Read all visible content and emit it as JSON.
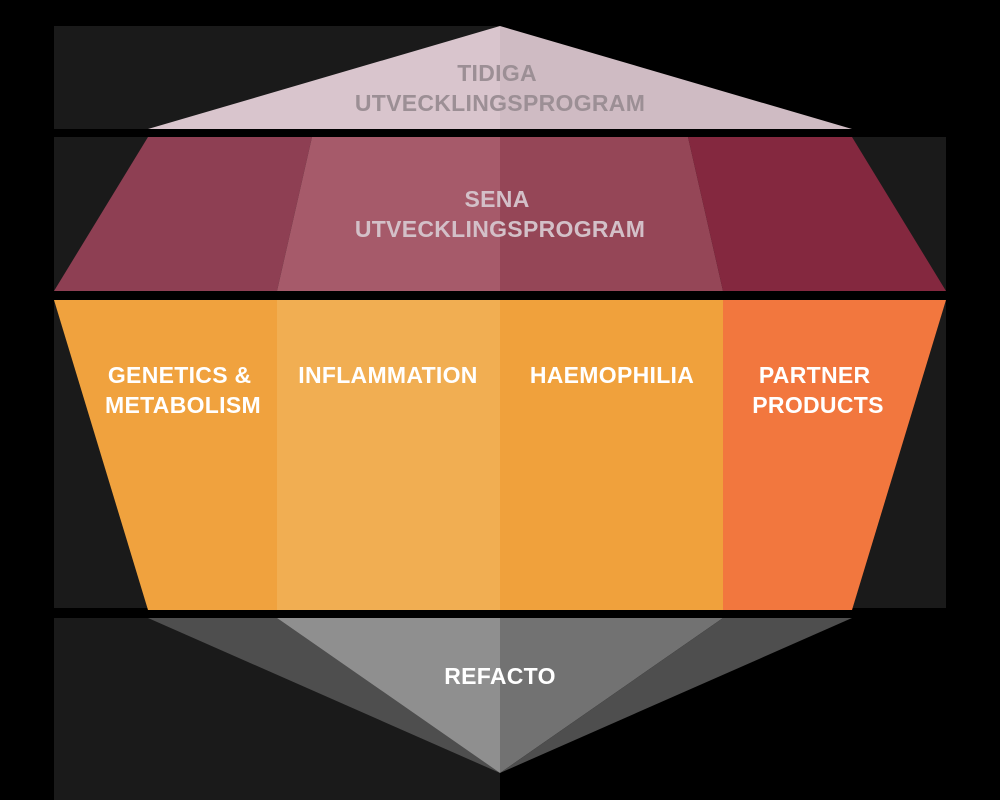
{
  "tiers": {
    "early": {
      "label_line1": "TIDIGA",
      "label_line2": "UTVECKLINGSPROGRAM"
    },
    "late": {
      "label_line1": "SENA",
      "label_line2": "UTVECKLINGSPROGRAM"
    },
    "areas": [
      {
        "line1": "GENETICS &",
        "line2": "METABOLISM"
      },
      {
        "line1": "INFLAMMATION",
        "line2": ""
      },
      {
        "line1": "HAEMOPHILIA",
        "line2": ""
      },
      {
        "line1": "PARTNER",
        "line2": "PRODUCTS"
      }
    ],
    "base": {
      "label": "REFACTO"
    }
  },
  "colors": {
    "background": "#000000",
    "frame": "#1a1a1a",
    "early_fill": "#d6c1c9",
    "late_left": "#8e3f53",
    "late_mid_left": "#a75b6b",
    "late_mid_right": "#954657",
    "late_right": "#84283f",
    "area_genetics": "#f0a23e",
    "area_inflammation": "#f1ae52",
    "area_haemophilia": "#f0a13c",
    "area_partner": "#f2773e",
    "base_outer": "#4e4e4e",
    "base_mid_left": "#8f8f8f",
    "base_mid_right": "#727272"
  }
}
